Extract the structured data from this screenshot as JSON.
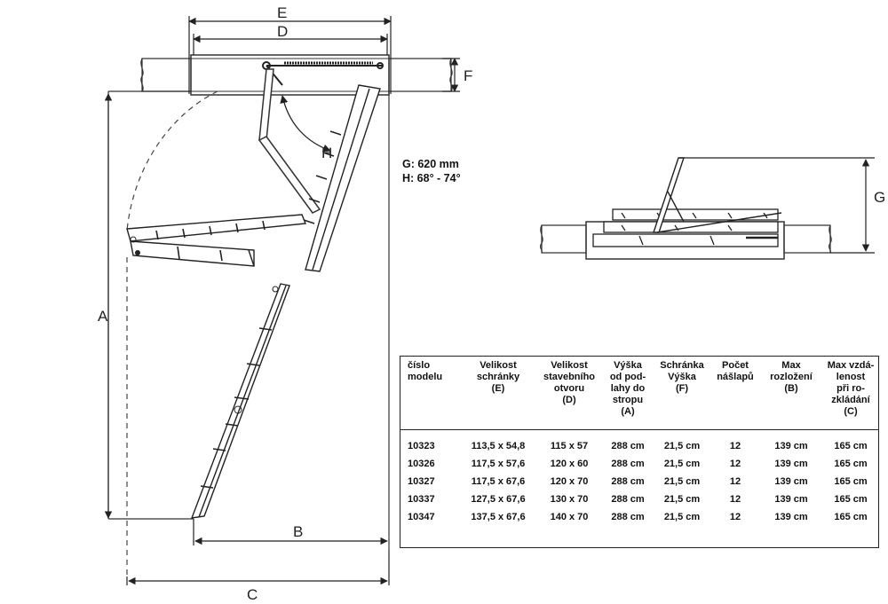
{
  "labels": {
    "E": "E",
    "D": "D",
    "F": "F",
    "H": "H",
    "A": "A",
    "B": "B",
    "C": "C",
    "G": "G"
  },
  "specs": {
    "g": "G: 620 mm",
    "h": "H: 68° - 74°"
  },
  "table": {
    "headers": [
      "číslo\nmodelu",
      "Velikost\nschránky\n(E)",
      "Velikost\nstavebního\notvoru\n(D)",
      "Výška\nod pod-\nlahy do\nstropu\n(A)",
      "Schránka\nVýška\n(F)",
      "Počet\nnášlapů",
      "Max\nrozložení\n(B)",
      "Max vzdá-\nlenost\npři ro-\nzkládání\n(C)"
    ],
    "rows": [
      [
        "10323",
        "113,5 x 54,8",
        "115 x 57",
        "288 cm",
        "21,5 cm",
        "12",
        "139 cm",
        "165 cm"
      ],
      [
        "10326",
        "117,5 x 57,6",
        "120 x 60",
        "288 cm",
        "21,5 cm",
        "12",
        "139 cm",
        "165 cm"
      ],
      [
        "10327",
        "117,5 x 67,6",
        "120 x 70",
        "288 cm",
        "21,5 cm",
        "12",
        "139 cm",
        "165 cm"
      ],
      [
        "10337",
        "127,5 x 67,6",
        "130 x 70",
        "288 cm",
        "21,5 cm",
        "12",
        "139 cm",
        "165 cm"
      ],
      [
        "10347",
        "137,5 x 67,6",
        "140 x 70",
        "288 cm",
        "21,5 cm",
        "12",
        "139 cm",
        "165 cm"
      ]
    ]
  }
}
